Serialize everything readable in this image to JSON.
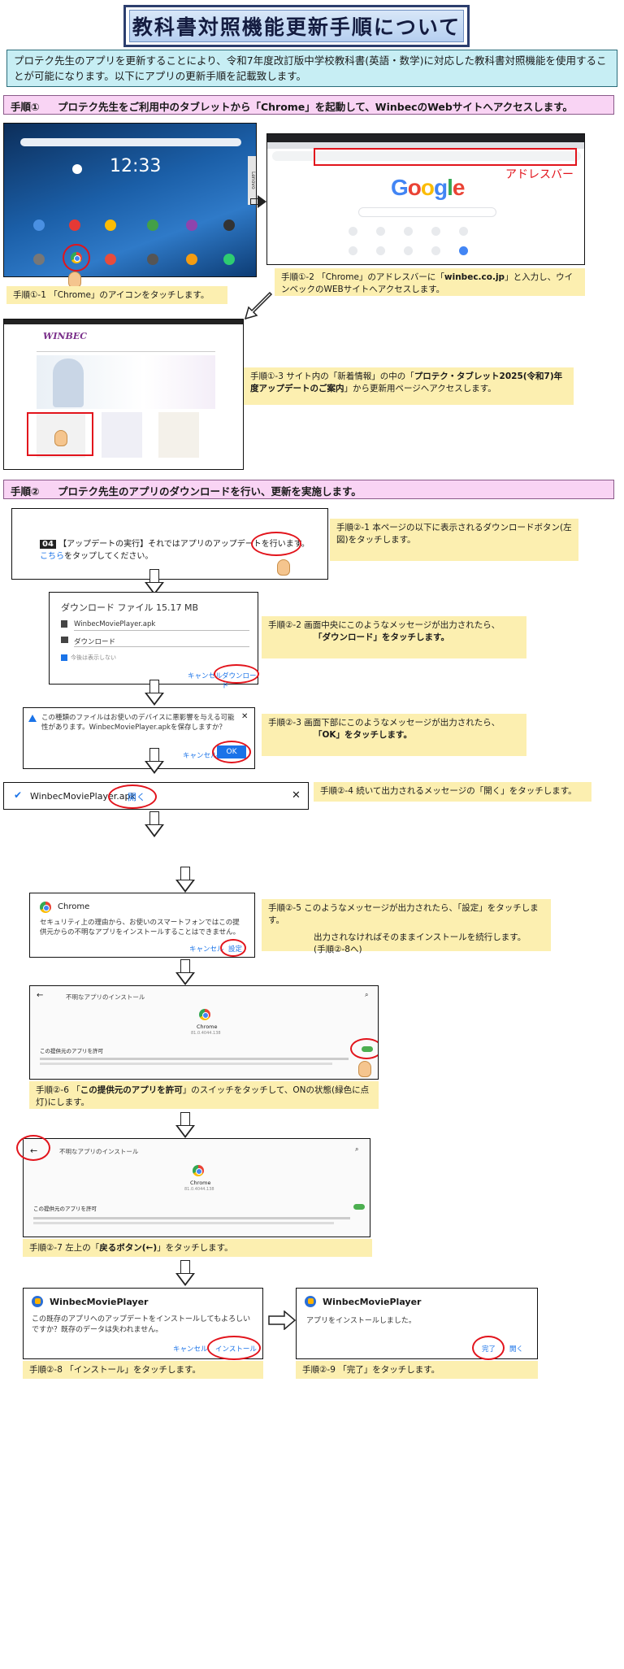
{
  "title": "教科書対照機能更新手順について",
  "intro": "プロテク先生のアプリを更新することにより、令和7年度改訂版中学校教科書(英語・数学)に対応した教科書対照機能を使用することが可能になります。以下にアプリの更新手順を記載致します。",
  "step1": {
    "header_num": "手順①",
    "header_text": "プロテク先生をご利用中のタブレットから「Chrome」を起動して、WinbecのWebサイトへアクセスします。",
    "tablet_clock": "12:33",
    "tablet_brand": "Lenovo",
    "address_bar_label": "アドレスバー",
    "google_logo": [
      "G",
      "o",
      "o",
      "g",
      "l",
      "e"
    ],
    "caption_1_1": "手順①-1 「Chrome」のアイコンをタッチします。",
    "caption_1_2_a": "手順①-2 「Chrome」のアドレスバーに「",
    "caption_1_2_b": "winbec.co.jp",
    "caption_1_2_c": "」と入力し、ウインベックのWEBサイトへアクセスします。",
    "website_logo": "WINBEC",
    "caption_1_3_a": "手順①-3 サイト内の「新着情報」の中の「",
    "caption_1_3_b": "プロテク・タブレット2025(令和7)年度アップデートのご案内",
    "caption_1_3_c": "」から更新用ページへアクセスします。"
  },
  "step2": {
    "header_num": "手順②",
    "header_text": "プロテク先生のアプリのダウンロードを行い、更新を実施します。",
    "update_badge": "04",
    "update_text_a": "【アップデートの実行】それではアプリのアップデートを行います。",
    "update_link": "こちら",
    "update_text_b": "をタップしてください。",
    "caption_2_1": "手順②-1 本ページの以下に表示されるダウンロードボタン(左図)をタッチします。",
    "download_dialog": {
      "title": "ダウンロード ファイル 15.17 MB",
      "filename": "WinbecMoviePlayer.apk",
      "folder": "ダウンロード",
      "checkbox": "今後は表示しない",
      "cancel": "キャンセル",
      "confirm": "ダウンロード"
    },
    "caption_2_2_a": "手順②-2 画面中央にこのようなメッセージが出力されたら、",
    "caption_2_2_b": "「ダウンロード」をタッチします。",
    "warning_dialog": {
      "text": "この種類のファイルはお使いのデバイスに悪影響を与える可能性があります。WinbecMoviePlayer.apkを保存しますか？",
      "cancel": "キャンセル",
      "ok": "OK"
    },
    "caption_2_3_a": "手順②-3 画面下部にこのようなメッセージが出力されたら、",
    "caption_2_3_b": "「OK」をタッチします。",
    "open_bar": {
      "filename": "WinbecMoviePlayer.apk",
      "open": "開く",
      "close": "✕"
    },
    "caption_2_4": "手順②-4 続いて出力されるメッセージの「開く」をタッチします。",
    "chrome_dialog": {
      "app": "Chrome",
      "text": "セキュリティ上の理由から、お使いのスマートフォンではこの提供元からの不明なアプリをインストールすることはできません。",
      "cancel": "キャンセル",
      "settings": "設定"
    },
    "caption_2_5_a": "手順②-5 このようなメッセージが出力されたら、「設定」をタッチします。",
    "caption_2_5_b": "出力されなければそのままインストールを続行します。",
    "caption_2_5_c": "(手順②-8へ)",
    "unknown_apps": {
      "title": "不明なアプリのインストール",
      "app": "Chrome",
      "app_version": "81.0.4044.138",
      "toggle_label": "この提供元のアプリを許可"
    },
    "caption_2_6_a": "手順②-6 「",
    "caption_2_6_b": "この提供元のアプリを許可",
    "caption_2_6_c": "」のスイッチをタッチして、ONの状態(緑色に点灯)にします。",
    "caption_2_7_a": "手順②-7 左上の「",
    "caption_2_7_b": "戻るボタン(←)",
    "caption_2_7_c": "」をタッチします。",
    "install_dialog": {
      "app": "WinbecMoviePlayer",
      "text": "この既存のアプリへのアップデートをインストールしてもよろしいですか？既存のデータは失われません。",
      "cancel": "キャンセル",
      "install": "インストール"
    },
    "installed_dialog": {
      "app": "WinbecMoviePlayer",
      "text": "アプリをインストールしました。",
      "done": "完了",
      "open": "開く"
    },
    "caption_2_8": "手順②-8 「インストール」をタッチします。",
    "caption_2_9": "手順②-9 「完了」をタッチします。"
  }
}
